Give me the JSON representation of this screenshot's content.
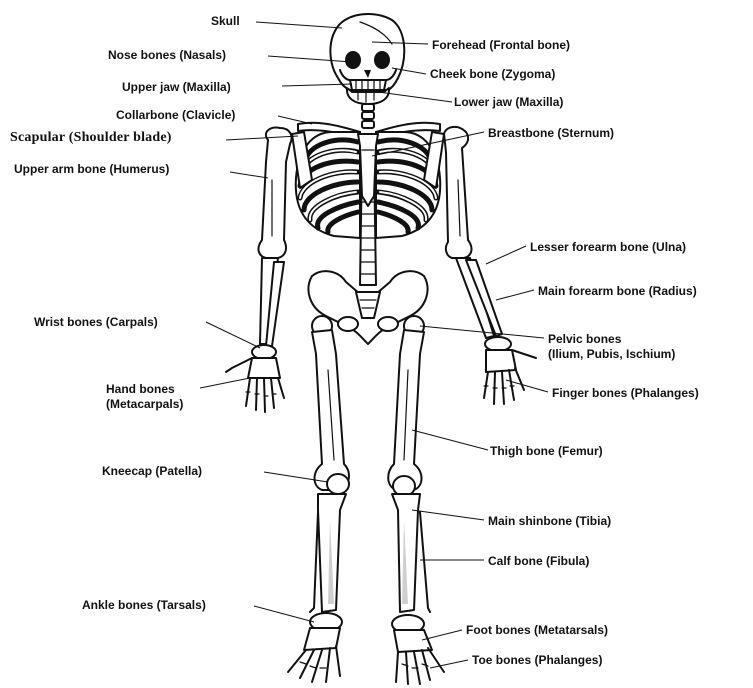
{
  "labels": {
    "skull": "Skull",
    "nasals": "Nose bones (Nasals)",
    "upper_jaw": "Upper jaw (Maxilla)",
    "clavicle": "Collarbone (Clavicle)",
    "scapula": "Scapular (Shoulder blade)",
    "humerus": "Upper arm bone (Humerus)",
    "carpals": "Wrist bones (Carpals)",
    "metacarpals_1": "Hand bones",
    "metacarpals_2": "(Metacarpals)",
    "patella": "Kneecap (Patella)",
    "tarsals": "Ankle bones (Tarsals)",
    "frontal": "Forehead (Frontal bone)",
    "zygoma": "Cheek bone (Zygoma)",
    "lower_jaw": "Lower jaw (Maxilla)",
    "sternum": "Breastbone (Sternum)",
    "ulna": "Lesser forearm bone (Ulna)",
    "radius": "Main forearm bone (Radius)",
    "pelvic_1": "Pelvic bones",
    "pelvic_2": "(Ilium, Pubis, Ischium)",
    "hand_phalanges": "Finger bones (Phalanges)",
    "femur": "Thigh bone (Femur)",
    "tibia": "Main shinbone (Tibia)",
    "fibula": "Calf bone (Fibula)",
    "metatarsals": "Foot bones (Metatarsals)",
    "foot_phalanges": "Toe bones (Phalanges)"
  },
  "colors": {
    "ink": "#111111",
    "bone_fill": "#ffffff",
    "bone_shade": "#cfcfcf"
  }
}
